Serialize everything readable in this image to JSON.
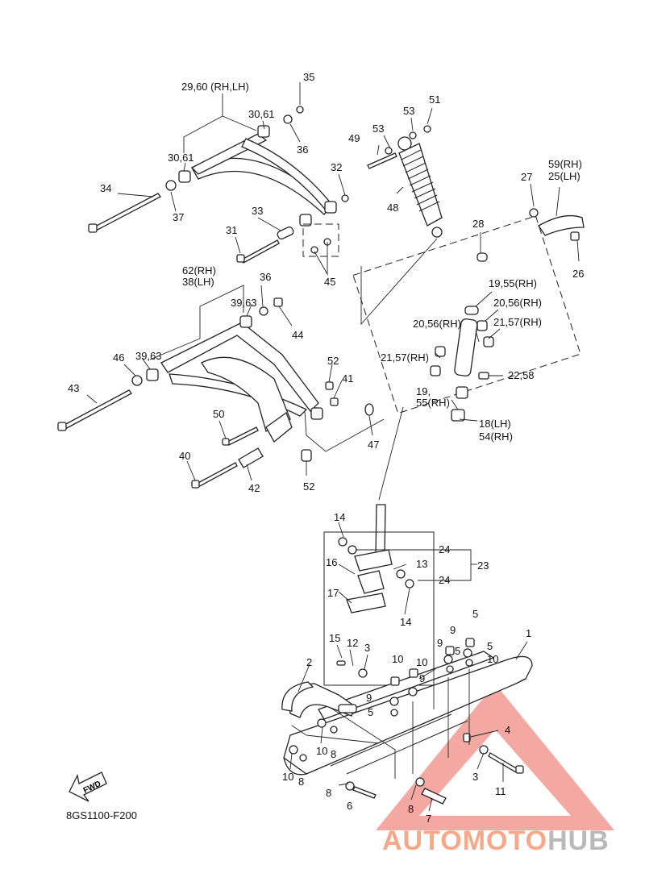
{
  "diagram_code": "8GS1100-F200",
  "fwd_label": "FWD",
  "watermark": {
    "part1": "AUTOMOTO",
    "part2": "HUB",
    "color_main": "#f5a98a",
    "color_hub": "#b9b9b9",
    "triangle_color": "#f08b84"
  },
  "callouts": [
    "29,60 (RH,LH)",
    "35",
    "30,61",
    "36",
    "30,61",
    "32",
    "34",
    "37",
    "33",
    "31",
    "45",
    "49",
    "53",
    "53",
    "51",
    "48",
    "62(RH)",
    "38(LH)",
    "36",
    "39,63",
    "44",
    "46",
    "39,63",
    "43",
    "52",
    "41",
    "50",
    "40",
    "42",
    "52",
    "47",
    "28",
    "27",
    "59(RH)",
    "25(LH)",
    "26",
    "19,55(RH)",
    "20,56(RH)",
    "20,56(RH)",
    "21,57(RH)",
    "21,57(RH)",
    "22,58",
    "19,",
    "55(RH)",
    "18(LH)",
    "54(RH)",
    "14",
    "24",
    "23",
    "16",
    "13",
    "24",
    "17",
    "14",
    "15",
    "12",
    "3",
    "2",
    "10",
    "9",
    "5",
    "9",
    "5",
    "10",
    "9",
    "5",
    "10",
    "9",
    "5",
    "1",
    "4",
    "3",
    "11",
    "10",
    "8",
    "10",
    "8",
    "8",
    "6",
    "8",
    "7"
  ]
}
